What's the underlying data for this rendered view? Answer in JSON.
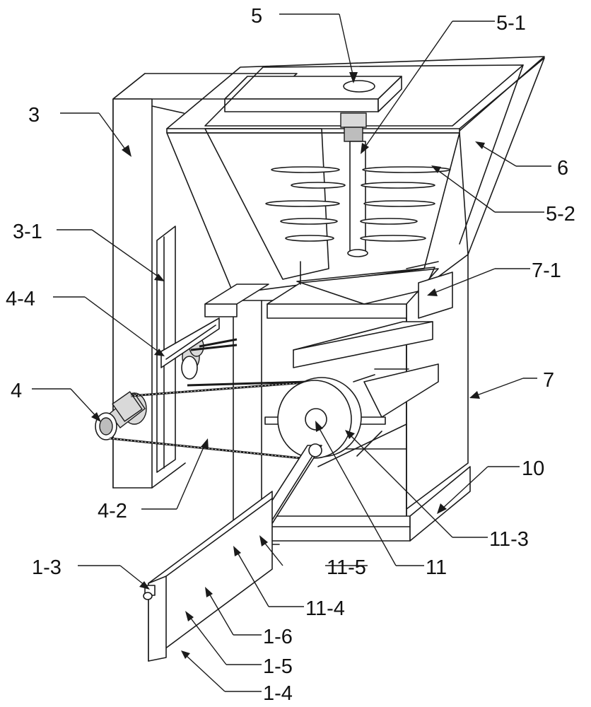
{
  "labels": {
    "l5": "5",
    "l5_1": "5-1",
    "l3": "3",
    "l6": "6",
    "l5_2": "5-2",
    "l3_1": "3-1",
    "l7_1": "7-1",
    "l4_4": "4-4",
    "l7": "7",
    "l4": "4",
    "l10": "10",
    "l4_2": "4-2",
    "l11_3": "11-3",
    "l1_3": "1-3",
    "l11_5": "11-5",
    "l11": "11",
    "l11_4": "11-4",
    "l1_6": "1-6",
    "l1_5": "1-5",
    "l1_4": "1-4"
  }
}
